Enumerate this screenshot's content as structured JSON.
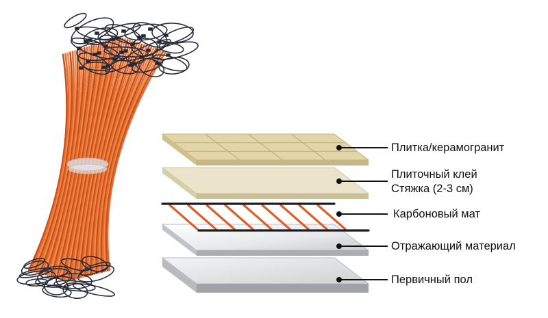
{
  "diagram": {
    "layers": [
      {
        "id": "tile",
        "lines": [
          "Плитка/керамогранит"
        ]
      },
      {
        "id": "adhesive",
        "lines": [
          "Плиточный клей",
          "Стяжка (2-3 см)"
        ]
      },
      {
        "id": "carbon",
        "lines": [
          "Карбоновый мат"
        ]
      },
      {
        "id": "reflective",
        "lines": [
          "Отражающий материал"
        ]
      },
      {
        "id": "subfloor",
        "lines": [
          "Первичный пол"
        ]
      }
    ]
  },
  "colors": {
    "tile_top": "#e2d6a8",
    "tile_grout": "#c2b27e",
    "adhesive_top": "#ece4ca",
    "heating_rod": "#d9602a",
    "wire": "#1c1c22",
    "reflective_top": "#eef0f2",
    "subfloor_top": "#e4e5e7",
    "leader": "#111111"
  },
  "icons": {
    "product": "carbon-heating-rod-bundle-icon",
    "marker": "layer-marker-dot-icon"
  }
}
